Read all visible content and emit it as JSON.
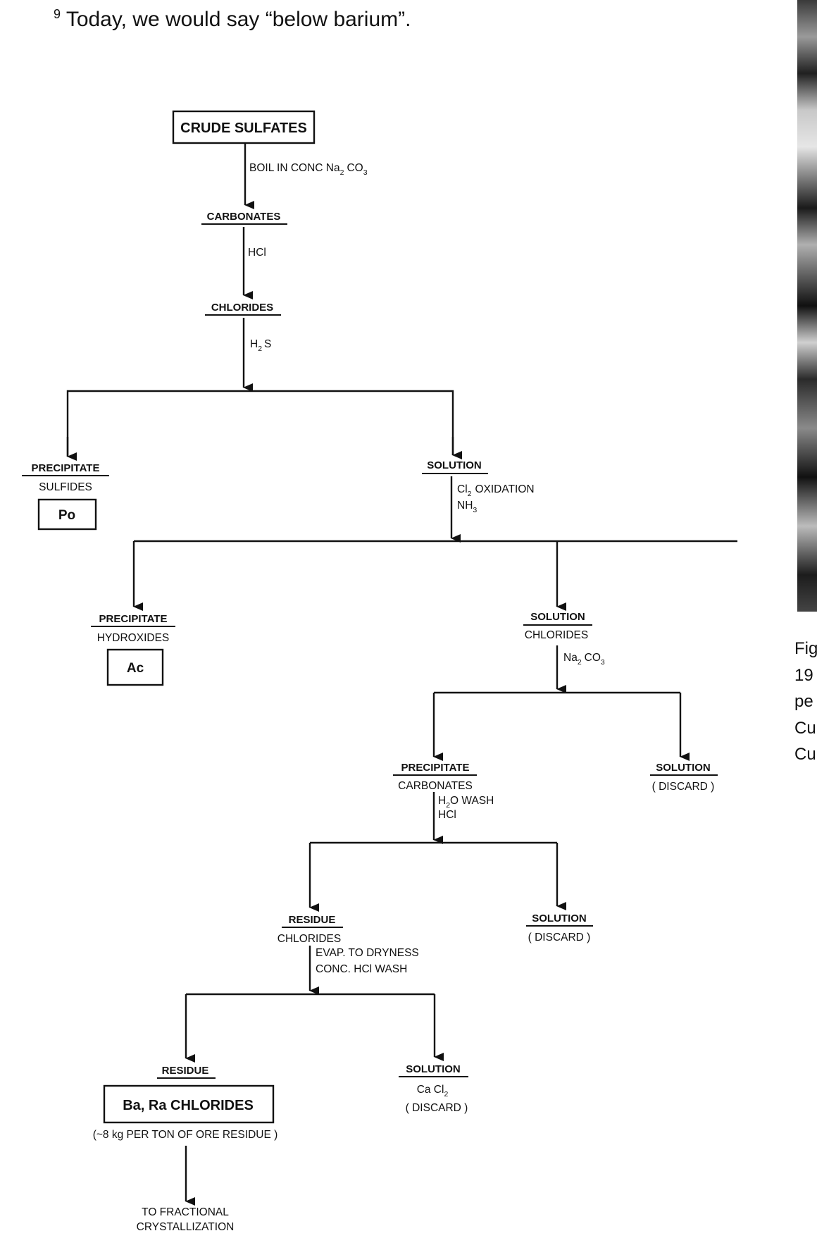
{
  "footnote": {
    "marker": "9",
    "text": "Today, we would say “below barium”."
  },
  "caption_fragments": [
    "Fig",
    "19",
    "pe",
    "Cu",
    "Cu"
  ],
  "flowchart": {
    "start": "CRUDE SULFATES",
    "step1": {
      "reagent_prefix": "BOIL IN CONC Na",
      "reagent_sub": "2",
      "reagent_mid": "CO",
      "reagent_sub2": "3",
      "product": "CARBONATES"
    },
    "step2": {
      "reagent": "HCl",
      "product": "CHLORIDES"
    },
    "step3": {
      "reagent_main": "H",
      "reagent_sub": "2",
      "reagent_tail": "S"
    },
    "branch1": {
      "left": {
        "heading": "PRECIPITATE",
        "sub": "SULFIDES",
        "element": "Po"
      },
      "right": {
        "heading": "SOLUTION",
        "reagent1_main": "Cl",
        "reagent1_sub": "2",
        "reagent1_tail": "OXIDATION",
        "reagent2_main": "NH",
        "reagent2_sub": "3"
      }
    },
    "branch2": {
      "left": {
        "heading": "PRECIPITATE",
        "sub": "HYDROXIDES",
        "element": "Ac"
      },
      "right": {
        "heading": "SOLUTION",
        "sub": "CHLORIDES",
        "reagent_main": "Na",
        "reagent_sub": "2",
        "reagent_mid": "CO",
        "reagent_sub2": "3"
      }
    },
    "branch3": {
      "left": {
        "heading": "PRECIPITATE",
        "sub": "CARBONATES",
        "reagent1_main": "H",
        "reagent1_sub": "2",
        "reagent1_tail": "O WASH",
        "reagent2": "HCl"
      },
      "right": {
        "heading": "SOLUTION",
        "sub": "( DISCARD )"
      }
    },
    "branch4": {
      "left": {
        "heading": "RESIDUE",
        "sub": "CHLORIDES",
        "reagent1": "EVAP. TO DRYNESS",
        "reagent2": "CONC. HCl WASH"
      },
      "right": {
        "heading": "SOLUTION",
        "sub": "( DISCARD )"
      }
    },
    "branch5": {
      "left": {
        "heading": "RESIDUE",
        "product": "Ba, Ra CHLORIDES",
        "yield": "(~8 kg PER TON OF ORE RESIDUE )",
        "final_line1": "TO FRACTIONAL",
        "final_line2": "CRYSTALLIZATION"
      },
      "right": {
        "heading": "SOLUTION",
        "sub_main": "Ca Cl",
        "sub_sub": "2",
        "sub2": "( DISCARD )"
      }
    }
  }
}
